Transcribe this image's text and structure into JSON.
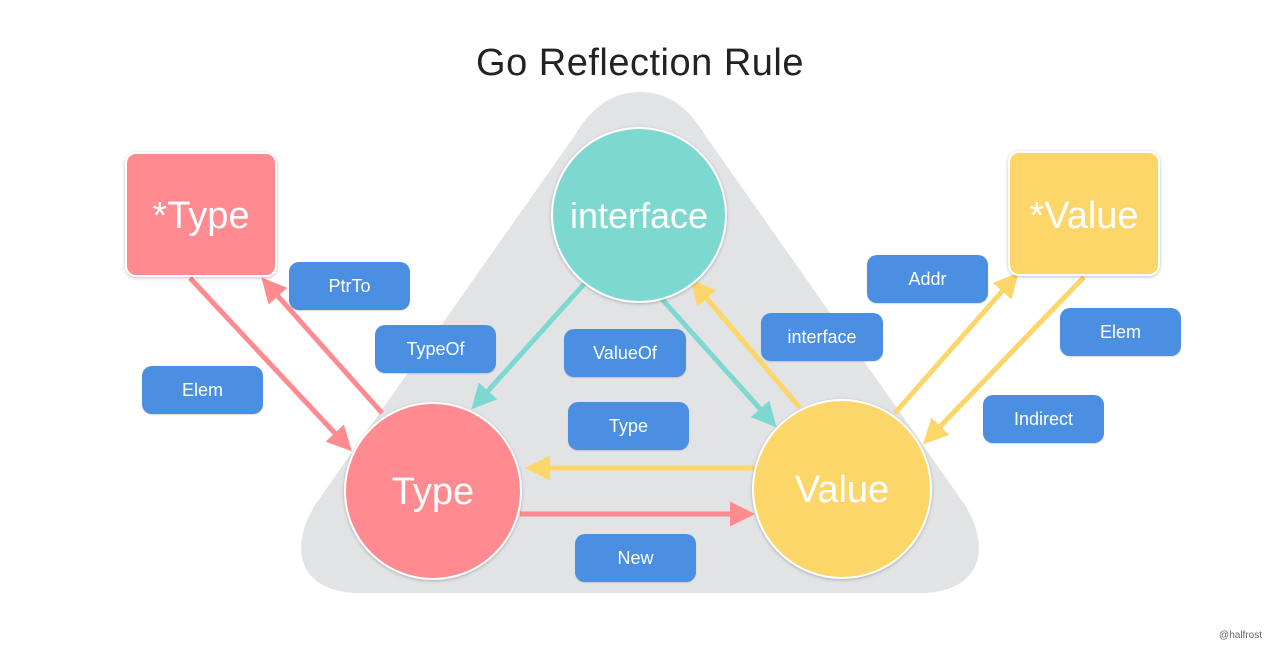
{
  "title": "Go Reflection Rule",
  "colors": {
    "type_pink": "#FF8A8F",
    "value_yellow": "#FCD669",
    "interface_teal": "#7DD9CF",
    "label_blue": "#4A8FE2",
    "triangle_gray": "#E2E3E5"
  },
  "nodes": {
    "ptr_type": "*Type",
    "ptr_value": "*Value",
    "interface": "interface",
    "type": "Type",
    "value": "Value"
  },
  "edges": [
    {
      "from": "ptr_type",
      "to": "type",
      "label": "Elem"
    },
    {
      "from": "type",
      "to": "ptr_type",
      "label": "PtrTo"
    },
    {
      "from": "interface",
      "to": "type",
      "label": "TypeOf"
    },
    {
      "from": "interface",
      "to": "value",
      "label": "ValueOf"
    },
    {
      "from": "value",
      "to": "interface",
      "label": "interface"
    },
    {
      "from": "value",
      "to": "ptr_value",
      "label": "Addr"
    },
    {
      "from": "ptr_value",
      "to": "value",
      "label": "Elem"
    },
    {
      "from": "ptr_value",
      "to": "value",
      "label": "Indirect"
    },
    {
      "from": "value",
      "to": "type",
      "label": "Type"
    },
    {
      "from": "type",
      "to": "value",
      "label": "New"
    }
  ],
  "labels": {
    "ptrto": "PtrTo",
    "elem_left": "Elem",
    "typeof": "TypeOf",
    "valueof": "ValueOf",
    "interface": "interface",
    "addr": "Addr",
    "elem_right": "Elem",
    "indirect": "Indirect",
    "type": "Type",
    "new": "New"
  },
  "credit": "@halfrost"
}
